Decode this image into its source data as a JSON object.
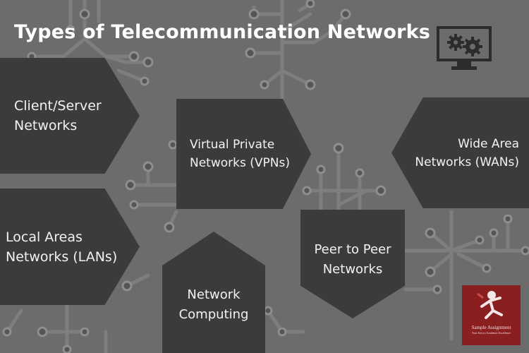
{
  "title": "Types of Telecommunication Networks",
  "shapes": {
    "client_server": [
      "Client/Server",
      "Networks"
    ],
    "local_area": [
      "Local Areas",
      "Networks (LANs)"
    ],
    "vpn": [
      "Virtual Private",
      "Networks (VPNs)"
    ],
    "wide_area": [
      "Wide Area",
      "Networks (WANs)"
    ],
    "peer_to_peer": [
      "Peer to Peer",
      "Networks"
    ],
    "network_computing": [
      "Network",
      "Computing"
    ]
  },
  "logo": {
    "name": "Sample Assignment",
    "tagline": "Your Key to Academic Excellence"
  },
  "colors": {
    "background": "#6c6c6c",
    "shape_fill": "#3b3b3b",
    "circuit_line": "#7d7d7d",
    "logo_red": "#8a1f1f"
  },
  "icons": [
    "computer-settings-icon",
    "circuit-pattern"
  ]
}
